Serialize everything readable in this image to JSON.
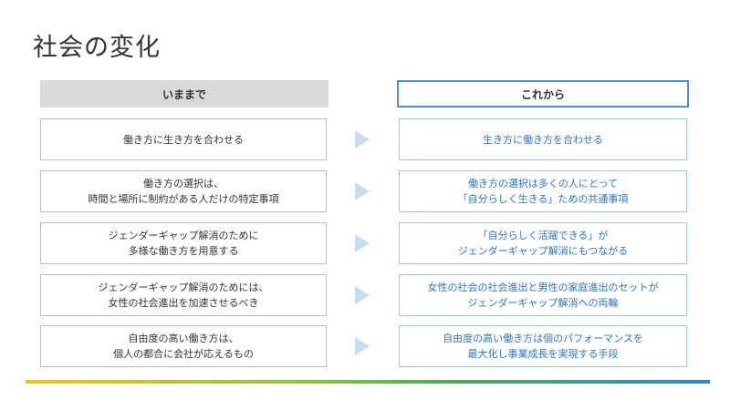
{
  "title": "社会の変化",
  "headers": {
    "left": "いままで",
    "right": "これから"
  },
  "rows": [
    {
      "before": "働き方に生き方を合わせる",
      "after": "生き方に働き方を合わせる"
    },
    {
      "before": "働き方の選択は、\n時間と場所に制約がある人だけの特定事項",
      "after": "働き方の選択は多くの人にとって\n「自分らしく生きる」ための共通事項"
    },
    {
      "before": "ジェンダーギャップ解消のために\n多様な働き方を用意する",
      "after": "「自分らしく活躍できる」が\nジェンダーギャップ解消にもつながる"
    },
    {
      "before": "ジェンダーギャップ解消のためには、\n女性の社会進出を加速させるべき",
      "after": "女性の社会の社会進出と男性の家庭進出のセットが\nジェンダーギャップ解消への両輪"
    },
    {
      "before": "自由度の高い働き方は、\n個人の都合に会社が応えるもの",
      "after": "自由度の高い働き方は個のパフォーマンスを\n最大化し事業成長を実現する手段"
    }
  ],
  "colors": {
    "accent": "#2e75c6",
    "header_gray": "#d9d9d9",
    "header_border": "#4a90d9"
  }
}
